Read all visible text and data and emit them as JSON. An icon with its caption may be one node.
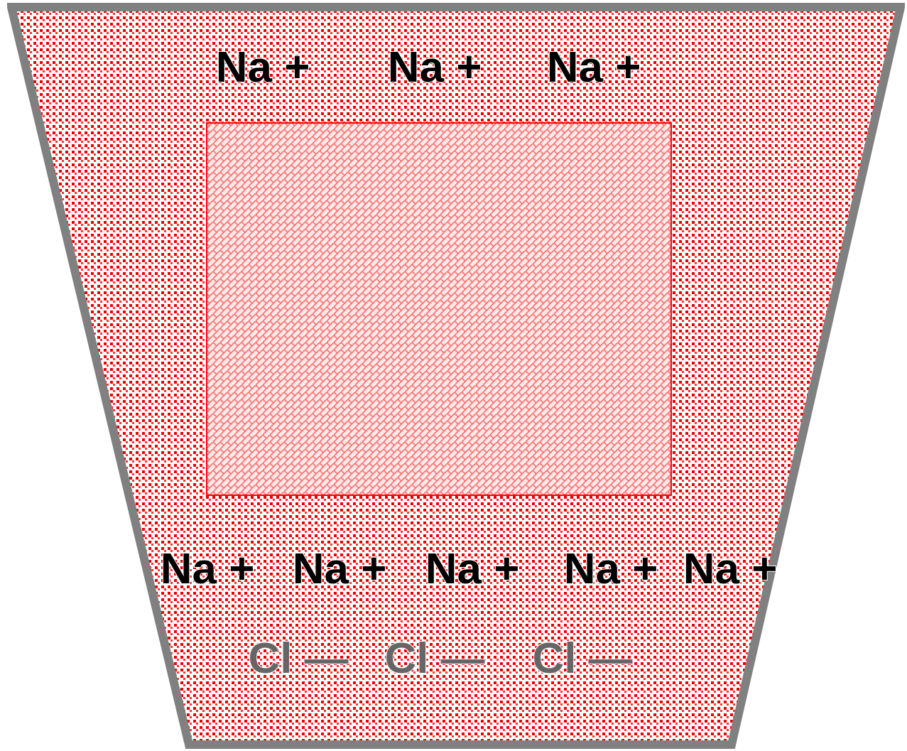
{
  "diagram": {
    "nodes": [
      {
        "text": [
          "Na +",
          "Na +",
          "Na +",
          "Na +",
          "Na +",
          "Na +",
          "Na +",
          "Na +",
          "Cl —",
          "Cl —",
          "Cl —"
        ]
      },
      {
        "text": [],
        "shape": "box",
        "in": 0
      }
    ]
  }
}
